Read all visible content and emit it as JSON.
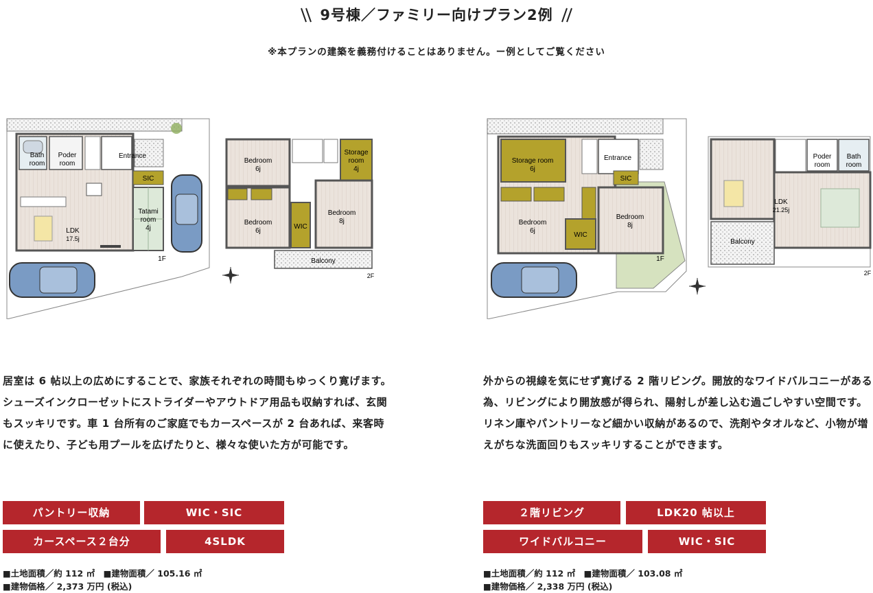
{
  "header": {
    "title": "9号棟／ファミリー向けプラン2例",
    "subtitle": "※本プランの建築を義務付けることはありません。ー例としてご覧ください"
  },
  "colors": {
    "accent": "#b5262c",
    "storage": "#b4a22c",
    "floor": "#e9e1da",
    "tatami": "#dde9d9",
    "garden": "#d6e2bf",
    "car": "#7a9bc4"
  },
  "plan_a": {
    "labels": {
      "bath": "Bath",
      "bath2": "room",
      "poder": "Poder",
      "poder2": "room",
      "entrance": "Entrance",
      "sic": "SIC",
      "tatami": "Tatami",
      "tatami2": "room",
      "tatami3": "4j",
      "ldk": "LDK",
      "ldk2": "17.5j",
      "floor1": "1F",
      "bed1": "Bedroom",
      "bed1s": "6j",
      "storage": "Storage",
      "storage2": "room",
      "storage3": "4j",
      "bed2": "Bedroom",
      "bed2s": "6j",
      "wic": "WIC",
      "bed3": "Bedroom",
      "bed3s": "8j",
      "balcony": "Balcony",
      "floor2": "2F"
    },
    "description": "居室は 6 帖以上の広めにすることで、家族それぞれの時間もゆっくり寛げます。シューズインクローゼットにストライダーやアウトドア用品も収納すれば、玄関もスッキリです。車 1 台所有のご家庭でもカースペースが 2 台あれば、来客時に使えたり、子ども用プールを広げたりと、様々な使いた方が可能です。",
    "tags": [
      "パントリー収納",
      "WIC・SIC",
      "カースペース２台分",
      "4SLDK"
    ],
    "spec_line1": "■土地面積／約 112 ㎡　■建物面積／ 105.16 ㎡",
    "spec_line2": "■建物価格／ 2,373 万円 (税込)"
  },
  "plan_b": {
    "labels": {
      "storage": "Storage room",
      "storage2": "6j",
      "entrance": "Entrance",
      "sic": "SIC",
      "bed1": "Bedroom",
      "bed1s": "6j",
      "wic": "WIC",
      "bed2": "Bedroom",
      "bed2s": "8j",
      "floor1": "1F",
      "poder": "Poder",
      "poder2": "room",
      "bath": "Bath",
      "bath2": "room",
      "ldk": "LDK",
      "ldk2": "21.25j",
      "balcony": "Balcony",
      "floor2": "2F"
    },
    "description": "外からの視線を気にせず寛げる 2 階リビング。開放的なワイドバルコニーがある為、リビングにより開放感が得られ、陽射しが差し込む過ごしやすい空間です。リネン庫やパントリーなど細かい収納があるので、洗剤やタオルなど、小物が増えがちな洗面回りもスッキリすることができます。",
    "tags": [
      "２階リビング",
      "LDK20 帖以上",
      "ワイドバルコニー",
      "WIC・SIC"
    ],
    "spec_line1": "■土地面積／約 112 ㎡　■建物面積／ 103.08 ㎡",
    "spec_line2": "■建物価格／ 2,338 万円 (税込)"
  }
}
